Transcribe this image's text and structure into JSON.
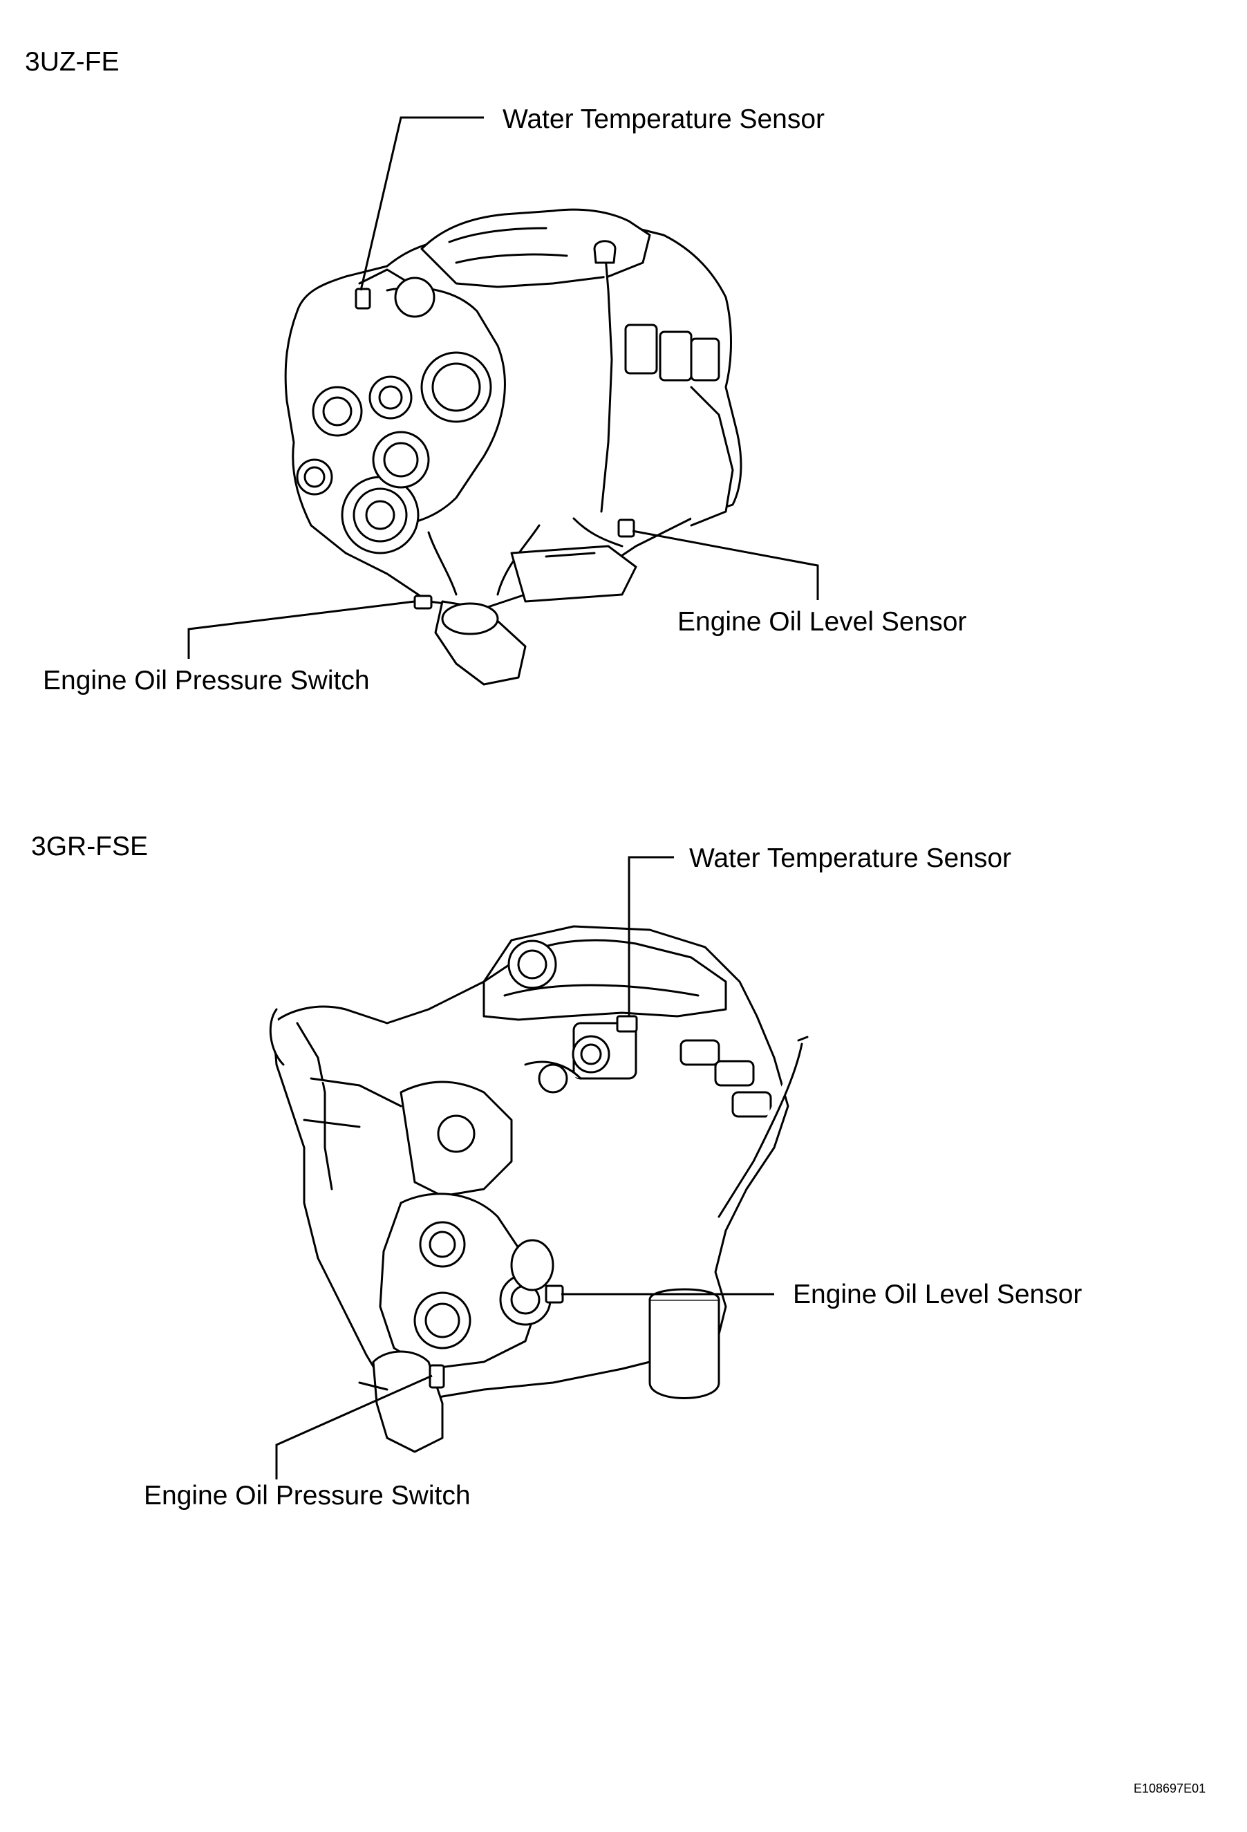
{
  "sections": [
    {
      "title": "3UZ-FE",
      "labels": {
        "water_temp_sensor": "Water Temperature Sensor",
        "oil_level_sensor": "Engine Oil Level Sensor",
        "oil_pressure_switch": "Engine Oil Pressure Switch"
      }
    },
    {
      "title": "3GR-FSE",
      "labels": {
        "water_temp_sensor": "Water Temperature Sensor",
        "oil_level_sensor": "Engine Oil Level Sensor",
        "oil_pressure_switch": "Engine Oil Pressure Switch"
      }
    }
  ],
  "figure_code": "E108697E01",
  "colors": {
    "line": "#000000",
    "background": "#ffffff"
  }
}
